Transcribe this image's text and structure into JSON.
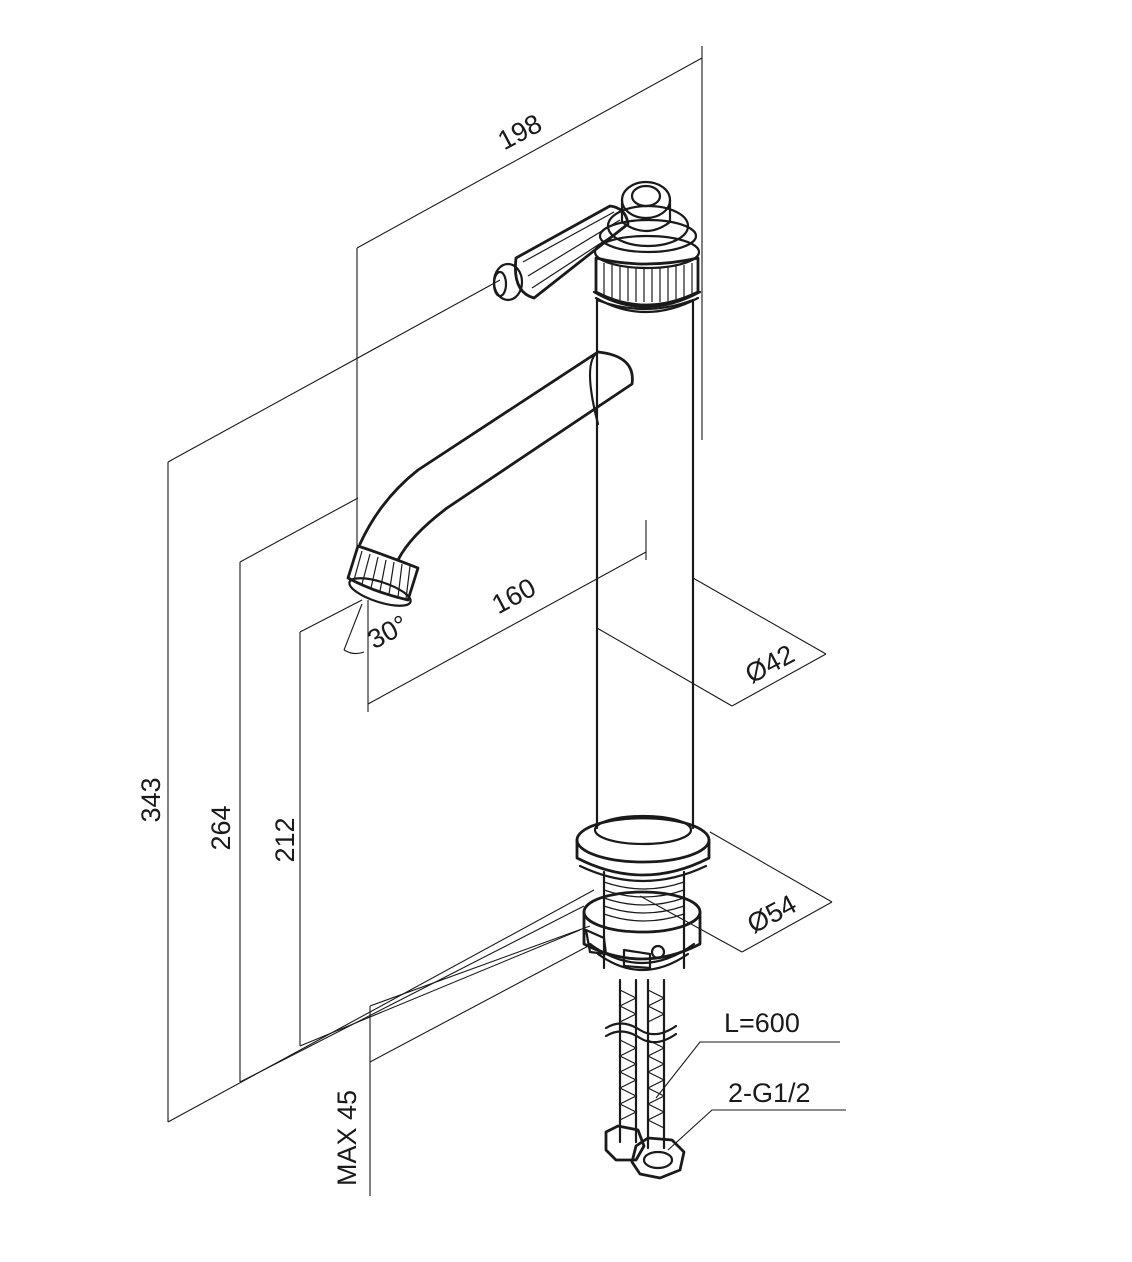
{
  "dimensions": {
    "overall_reach": "198",
    "total_height": "343",
    "outlet_height": "264",
    "clearance_height": "212",
    "spout_reach": "160",
    "spout_angle": "30°",
    "body_diameter": "Ø42",
    "base_diameter": "Ø54",
    "max_counter_thickness": "MAX 45",
    "hose_length": "L=600",
    "hose_thread": "2-G1/2"
  }
}
